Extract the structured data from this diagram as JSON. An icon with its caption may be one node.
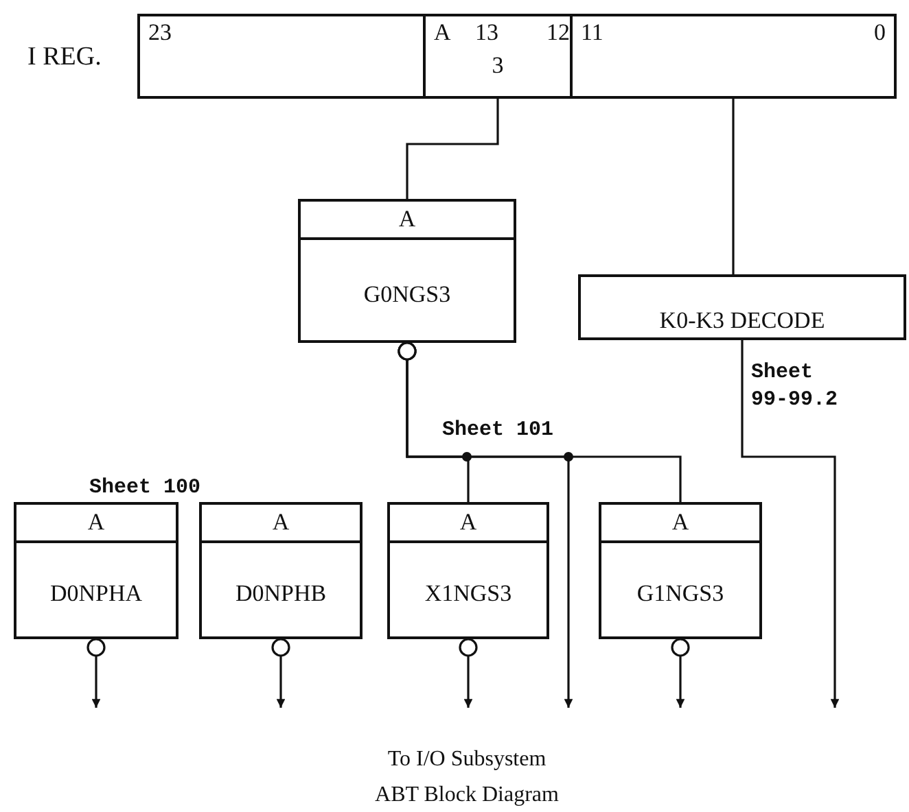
{
  "diagram": {
    "caption": "ABT Block Diagram",
    "nodes": [
      {
        "text": [
          "I REG."
        ]
      },
      {
        "text": [
          "23"
        ],
        "in": 0
      },
      {
        "text": [
          "A",
          "13",
          "12",
          "3"
        ],
        "in": 0
      },
      {
        "text": [
          "11",
          "0"
        ],
        "in": 0
      },
      {
        "text": [
          "A",
          "G0NGS3"
        ]
      },
      {
        "text": [
          "K0-K3 DECODE"
        ]
      },
      {
        "text": [
          "A",
          "D0NPHA"
        ]
      },
      {
        "text": [
          "A",
          "D0NPHB"
        ]
      },
      {
        "text": [
          "A",
          "X1NGS3"
        ]
      },
      {
        "text": [
          "A",
          "G1NGS3"
        ]
      }
    ],
    "edges": [
      {
        "from": 2,
        "to": 4,
        "arrow": "none"
      },
      {
        "from": 3,
        "to": 5,
        "arrow": "none"
      },
      {
        "from": 4,
        "to": 8,
        "arrow": "other"
      },
      {
        "from": 4,
        "to": 9,
        "arrow": "other"
      },
      {
        "from": 4,
        "to": null,
        "arrow": "to"
      },
      {
        "from": 5,
        "to": null,
        "arrow": "to"
      },
      {
        "from": 6,
        "to": null,
        "arrow": "to"
      },
      {
        "from": 7,
        "to": null,
        "arrow": "to"
      },
      {
        "from": 8,
        "to": null,
        "arrow": "to"
      },
      {
        "from": 9,
        "to": null,
        "arrow": "to"
      }
    ],
    "labels": [
      "Sheet 99-99.2",
      "Sheet 101",
      "Sheet 100",
      "To I/O Subsystem"
    ]
  }
}
